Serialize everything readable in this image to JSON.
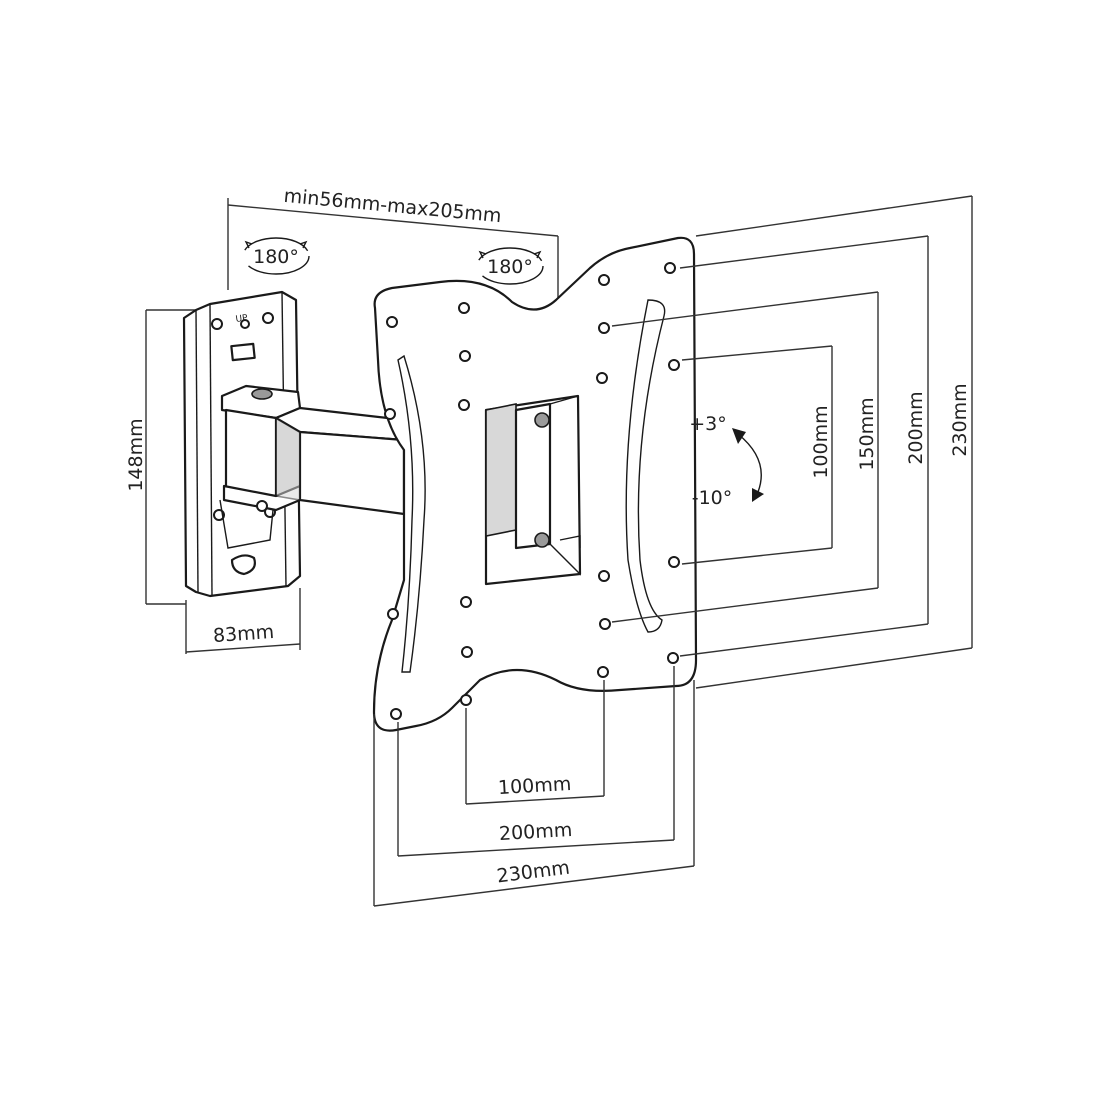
{
  "diagram": {
    "wall_mount_width": "min56mm-max205mm",
    "swivel_left": "180°",
    "swivel_right": "180°",
    "wall_plate_height": "148mm",
    "wall_plate_depth": "83mm",
    "tilt_up": "+3°",
    "tilt_down": "-10°",
    "up_marker": "UP",
    "vesa_vertical": [
      "100mm",
      "150mm",
      "200mm",
      "230mm"
    ],
    "vesa_horizontal": [
      "100mm",
      "200mm",
      "230mm"
    ]
  }
}
